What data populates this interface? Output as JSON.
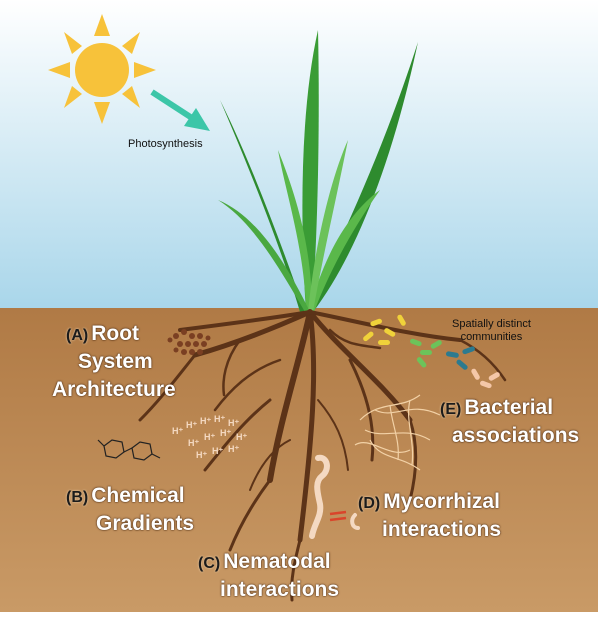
{
  "photosynthesis": "Photosynthesis",
  "communities_note": [
    "Spatially distinct",
    "communities"
  ],
  "labels": {
    "a": {
      "tag": "(A)",
      "lines": [
        "Root",
        "System",
        "Architecture"
      ]
    },
    "b": {
      "tag": "(B)",
      "lines": [
        "Chemical",
        "Gradients"
      ]
    },
    "c": {
      "tag": "(C)",
      "lines": [
        "Nematodal",
        "interactions"
      ]
    },
    "d": {
      "tag": "(D)",
      "lines": [
        "Mycorrhizal",
        "interactions"
      ]
    },
    "e": {
      "tag": "(E)",
      "lines": [
        "Bacterial",
        "associations"
      ]
    }
  },
  "colors": {
    "sky_top": "#ffffff",
    "sky_bottom": "#a9d6ea",
    "soil_top": "#b07a45",
    "soil_bottom": "#c99a66",
    "root": "#5c3318",
    "leaf_dark": "#2e8b2e",
    "leaf_light": "#5ab84a",
    "sun": "#f7c23a",
    "arrow": "#3cc6a8"
  }
}
